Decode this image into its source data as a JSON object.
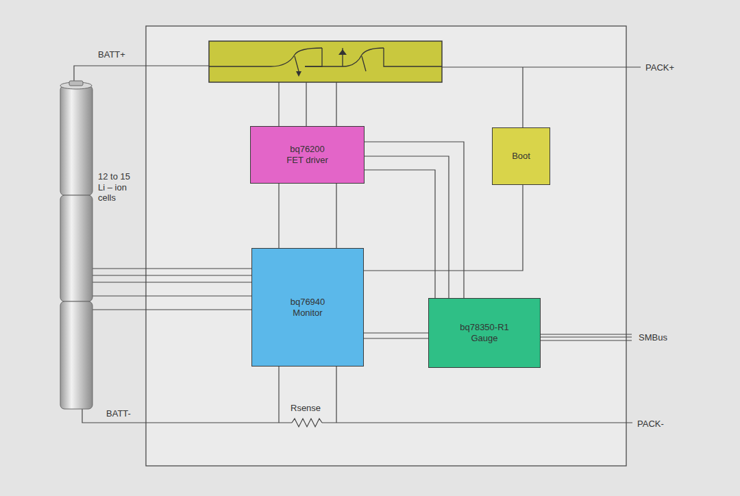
{
  "diagram": {
    "nodes": [
      {
        "text": [
          "bq76200 FET driver"
        ]
      },
      {
        "text": [
          "Boot"
        ]
      },
      {
        "text": [
          "bq76940 Monitor"
        ]
      },
      {
        "text": [
          "bq78350-R1 Gauge"
        ]
      }
    ],
    "edges": [
      {
        "from": 0,
        "to": 2,
        "arrow": "none"
      },
      {
        "from": 0,
        "to": 2,
        "arrow": "none"
      },
      {
        "from": 0,
        "to": 3,
        "arrow": "none"
      },
      {
        "from": 0,
        "to": 3,
        "arrow": "none"
      },
      {
        "from": 0,
        "to": 3,
        "arrow": "none"
      },
      {
        "from": 2,
        "to": 3,
        "arrow": "none"
      },
      {
        "from": 2,
        "to": 3,
        "arrow": "none"
      },
      {
        "from": 1,
        "to": 2,
        "arrow": "none"
      }
    ],
    "labels": [
      "BATT+",
      "PACK+",
      "12 to 15 Li – ion cells",
      "SMBus",
      "BATT-",
      "Rsense",
      "PACK-"
    ]
  }
}
